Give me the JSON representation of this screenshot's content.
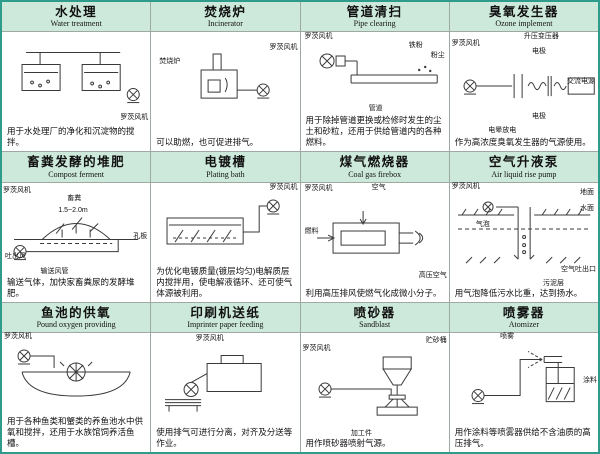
{
  "colors": {
    "frame": "#2e9b8b",
    "header_bg": "#cde9dc",
    "grid_line": "#a0a8a4"
  },
  "cells": [
    {
      "title": "水处理",
      "subtitle": "Water treatment",
      "labels": [
        "罗茨风机"
      ],
      "description": "用于水处理厂的净化和沉淀物的搅拌。"
    },
    {
      "title": "焚烧炉",
      "subtitle": "Incinerator",
      "labels": [
        "焚烧炉",
        "罗茨风机"
      ],
      "description": "可以助燃，也可促进排气。"
    },
    {
      "title": "管道清扫",
      "subtitle": "Pipe clearing",
      "labels": [
        "罗茨风机",
        "铁粉",
        "粉尘",
        "管道"
      ],
      "description": "用于除掉管道更换或检修时发生的尘土和砂粒，还用于供给管道内的各种燃料。"
    },
    {
      "title": "臭氧发生器",
      "subtitle": "Ozone implement",
      "labels": [
        "罗茨风机",
        "升压变压器",
        "电极",
        "交流电源",
        "电极",
        "电晕放电"
      ],
      "description": "作为高浓度臭氧发生器的气源使用。"
    },
    {
      "title": "畜粪发酵的堆肥",
      "subtitle": "Compost ferment",
      "labels": [
        "罗茨风机",
        "畜粪",
        "1.5~2.0m",
        "孔板",
        "吐出风",
        "输送风管"
      ],
      "description": "输送气体，加快家畜粪尿的发酵堆肥。"
    },
    {
      "title": "电镀槽",
      "subtitle": "Plating bath",
      "labels": [
        "罗茨风机"
      ],
      "description": "为优化电镀质量(镀层均匀)电解质层内搅拌用，使电解液循环、还可使气体源被利用。"
    },
    {
      "title": "煤气燃烧器",
      "subtitle": "Coal gas firebox",
      "labels": [
        "罗茨风机",
        "空气",
        "燃料",
        "高压空气"
      ],
      "description": "利用高压排风使燃气化成微小分子。"
    },
    {
      "title": "空气升液泵",
      "subtitle": "Air liquid rise pump",
      "labels": [
        "罗茨风机",
        "地面",
        "水面",
        "气泡",
        "空气吐出口",
        "污泥层"
      ],
      "description": "用气泡降低污水比重，达到扬水。"
    },
    {
      "title": "鱼池的供氧",
      "subtitle": "Pound oxygen providing",
      "labels": [
        "罗茨风机"
      ],
      "description": "用于各种鱼类和蟹类的养鱼池水中供氧和搅拌，还用于水族馆饲养活鱼槽。"
    },
    {
      "title": "印刷机送纸",
      "subtitle": "Imprinter paper feeding",
      "labels": [
        "罗茨风机"
      ],
      "description": "使用排气可进行分离，对齐及分送等作业。"
    },
    {
      "title": "喷砂器",
      "subtitle": "Sandblast",
      "labels": [
        "罗茨风机",
        "贮砂桶",
        "加工件"
      ],
      "description": "用作喷砂器喷射气源。"
    },
    {
      "title": "喷雾器",
      "subtitle": "Atomizer",
      "labels": [
        "喷雾",
        "涂料"
      ],
      "description": "用作涂料等喷雾器供给不含油质的高压排气。"
    }
  ]
}
